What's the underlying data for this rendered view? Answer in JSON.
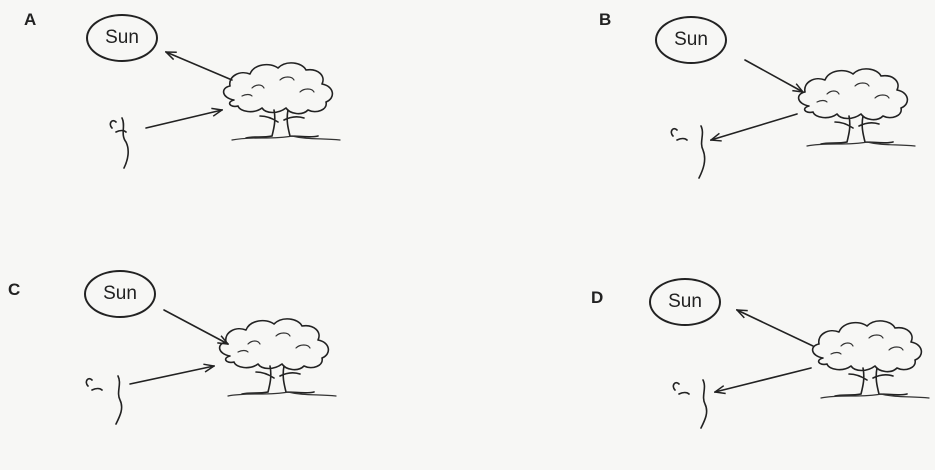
{
  "panels": [
    {
      "id": "A",
      "letter": "A",
      "sun_label": "Sun",
      "arrow_tree_sun": "tree-to-sun",
      "arrow_eye_tree": "eye-to-tree"
    },
    {
      "id": "B",
      "letter": "B",
      "sun_label": "Sun",
      "arrow_tree_sun": "sun-to-tree",
      "arrow_eye_tree": "tree-to-eye"
    },
    {
      "id": "C",
      "letter": "C",
      "sun_label": "Sun",
      "arrow_tree_sun": "sun-to-tree",
      "arrow_eye_tree": "eye-to-tree"
    },
    {
      "id": "D",
      "letter": "D",
      "sun_label": "Sun",
      "arrow_tree_sun": "tree-to-sun",
      "arrow_eye_tree": "tree-to-eye"
    }
  ]
}
